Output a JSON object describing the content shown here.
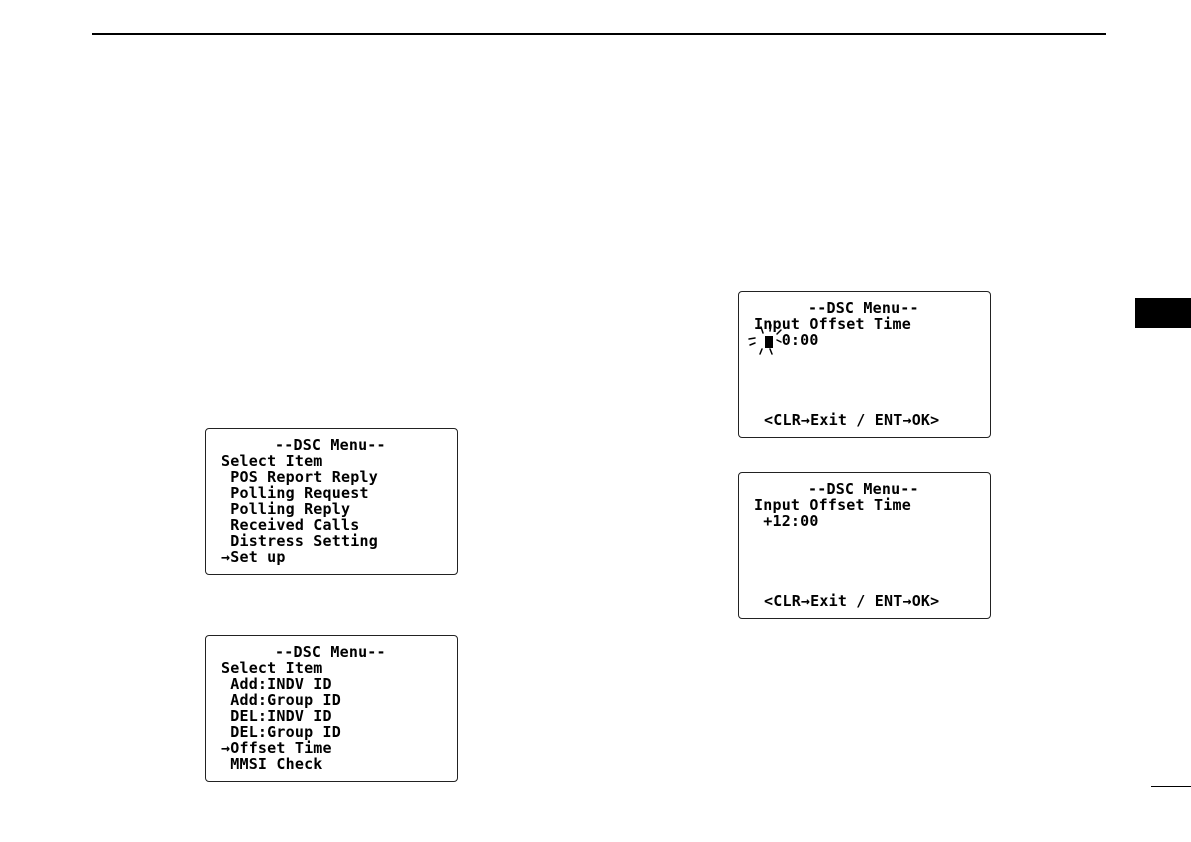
{
  "screen1": {
    "lines": [
      "--DSC Menu--",
      "Select Item",
      " POS Report Reply",
      " Polling Request",
      " Polling Reply",
      " Received Calls",
      " Distress Setting",
      "→Set up"
    ]
  },
  "screen2": {
    "lines": [
      "--DSC Menu--",
      "Select Item",
      " Add:INDV ID",
      " Add:Group ID",
      " DEL:INDV ID",
      " DEL:Group ID",
      "→Offset Time",
      " MMSI Check"
    ]
  },
  "screen3": {
    "lines": [
      "--DSC Menu--",
      "Input Offset Time",
      "   0:00",
      "<CLR→Exit / ENT→OK>"
    ]
  },
  "screen4": {
    "lines": [
      "--DSC Menu--",
      "Input Offset Time",
      " +12:00",
      "<CLR→Exit / ENT→OK>"
    ]
  },
  "icons": {
    "blink": "blinking-cursor-icon"
  }
}
